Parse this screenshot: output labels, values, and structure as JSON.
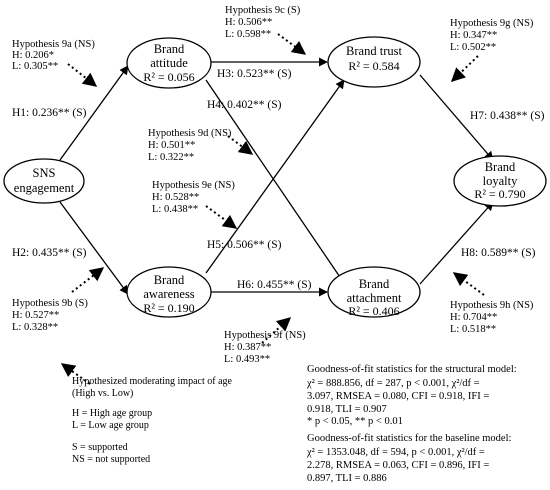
{
  "nodes": {
    "sns": {
      "line1": "SNS",
      "line2": "engagement"
    },
    "attitude": {
      "line1": "Brand",
      "line2": "attitude",
      "r2": "R² = 0.056"
    },
    "awareness": {
      "line1": "Brand",
      "line2": "awareness",
      "r2": "R² = 0.190"
    },
    "trust": {
      "line1": "Brand trust",
      "r2": "R² = 0.584"
    },
    "attachment": {
      "line1": "Brand",
      "line2": "attachment",
      "r2": "R² = 0.406"
    },
    "loyalty": {
      "line1": "Brand",
      "line2": "loyalty",
      "r2": "R² = 0.790"
    }
  },
  "paths": {
    "h1": "H1: 0.236** (S)",
    "h2": "H2: 0.435** (S)",
    "h3": "H3: 0.523** (S)",
    "h4": "H4: 0.402** (S)",
    "h5": "H5: 0.506** (S)",
    "h6": "H6: 0.455** (S)",
    "h7": "H7: 0.438** (S)",
    "h8": "H8: 0.589** (S)"
  },
  "hypotheses": {
    "h9a": {
      "title": "Hypothesis 9a (NS)",
      "h": "H: 0.206*",
      "l": "L: 0.305**"
    },
    "h9b": {
      "title": "Hypothesis 9b (S)",
      "h": "H: 0.527**",
      "l": "L: 0.328**"
    },
    "h9c": {
      "title": "Hypothesis 9c (S)",
      "h": "H: 0.506**",
      "l": "L: 0.598**"
    },
    "h9d": {
      "title": "Hypothesis 9d (NS)",
      "h": "H: 0.501**",
      "l": "L: 0.322**"
    },
    "h9e": {
      "title": "Hypothesis 9e (NS)",
      "h": "H: 0.528**",
      "l": "L: 0.438**"
    },
    "h9f": {
      "title": "Hypothesis 9f (NS)",
      "h": "H: 0.387**",
      "l": "L: 0.493**"
    },
    "h9g": {
      "title": "Hypothesis 9g (NS)",
      "h": "H: 0.347**",
      "l": "L: 0.502**"
    },
    "h9h": {
      "title": "Hypothesis 9h (NS)",
      "h": "H: 0.704**",
      "l": "L: 0.518**"
    }
  },
  "legend": {
    "moderating_1": "Hypothesized moderating impact of age",
    "moderating_2": "(High vs. Low)",
    "high": "H = High age group",
    "low": "L = Low age group",
    "supported": "S = supported",
    "not_supported": "NS = not supported"
  },
  "gof": {
    "structural": {
      "title": "Goodness-of-fit statistics for the structural model:",
      "line1": "χ² = 888.856, df = 287, p < 0.001, χ²/df =",
      "line2": "3.097, RMSEA = 0.080, CFI = 0.918, IFI =",
      "line3": "0.918, TLI = 0.907",
      "line4": "* p < 0.05, ** p < 0.01"
    },
    "baseline": {
      "title": "Goodness-of-fit statistics for the baseline model:",
      "line1": "χ² = 1353.048, df = 594, p < 0.001, χ²/df =",
      "line2": "2.278, RMSEA = 0.063, CFI = 0.896, IFI =",
      "line3": "0.897, TLI = 0.886"
    }
  }
}
